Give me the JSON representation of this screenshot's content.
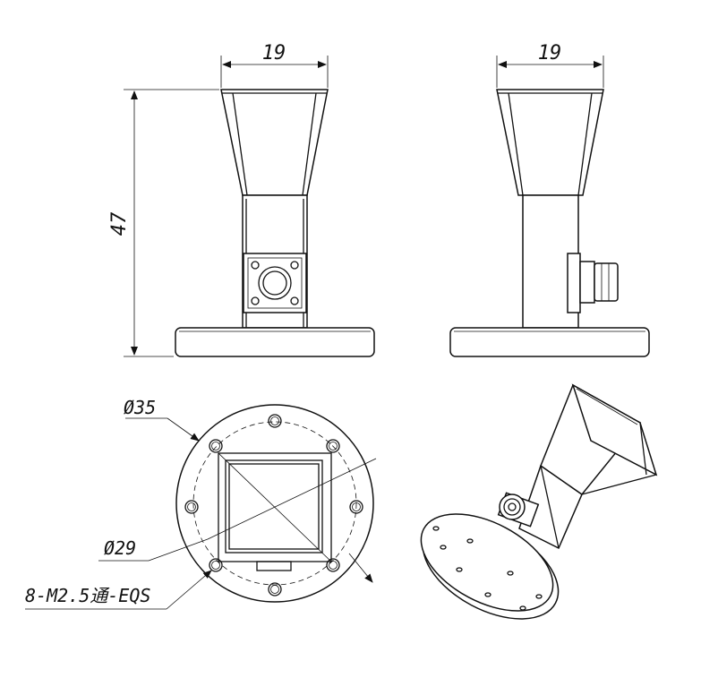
{
  "dimensions": {
    "front_width": "19",
    "side_width": "19",
    "height": "47"
  },
  "callouts": {
    "outer_diameter": "Ø35",
    "bolt_circle_diameter": "Ø29",
    "hole_spec": "8-M2.5通-EQS"
  },
  "colors": {
    "line": "#111111",
    "background": "#ffffff"
  }
}
